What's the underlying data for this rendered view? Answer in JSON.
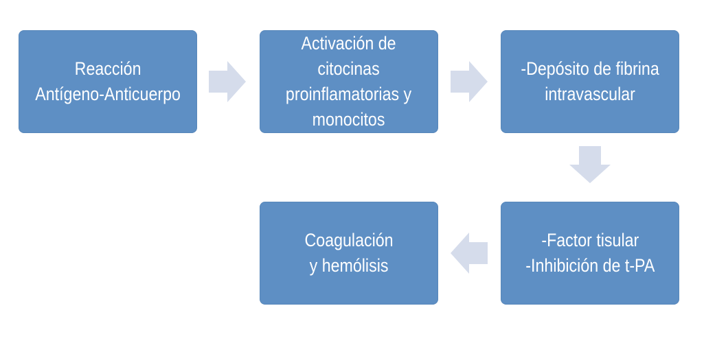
{
  "colors": {
    "box_fill": "#5e8fc4",
    "box_text": "#ffffff",
    "arrow_fill": "#d5dceb",
    "background": "#ffffff"
  },
  "boxes": [
    {
      "lines": [
        "Reacción",
        "Antígeno-Anticuerpo"
      ]
    },
    {
      "lines": [
        "Activación de",
        "citocinas",
        "proinflamatorias y",
        "monocitos"
      ]
    },
    {
      "lines": [
        "-Depósito de fibrina",
        "intravascular"
      ]
    },
    {
      "lines": [
        "-Factor tisular",
        "-Inhibición de t-PA"
      ]
    },
    {
      "lines": [
        "Coagulación",
        "y hemólisis"
      ]
    }
  ],
  "arrows": [
    {
      "icon": "arrow-right-icon",
      "from": "box-1",
      "to": "box-2"
    },
    {
      "icon": "arrow-right-icon",
      "from": "box-2",
      "to": "box-3"
    },
    {
      "icon": "arrow-down-icon",
      "from": "box-3",
      "to": "box-4"
    },
    {
      "icon": "arrow-left-icon",
      "from": "box-4",
      "to": "box-5"
    }
  ]
}
